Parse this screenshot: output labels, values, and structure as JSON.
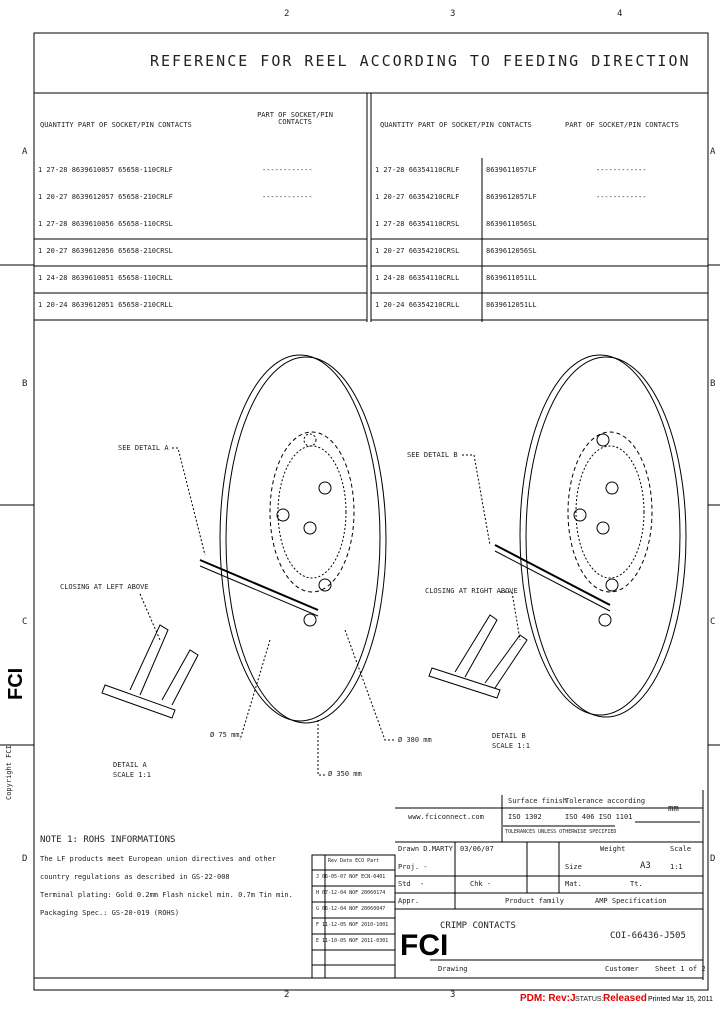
{
  "zones": {
    "cols": [
      "2",
      "3",
      "4"
    ],
    "rows": [
      "A",
      "B",
      "C",
      "D"
    ]
  },
  "title": "REFERENCE FOR REEL ACCORDING TO FEEDING DIRECTION",
  "left_table": {
    "headers": [
      "QUANTITY  PART OF SOCKET/PIN CONTACTS",
      "PART OF SOCKET/PIN CONTACTS"
    ],
    "rows": [
      {
        "text": "1 27-28 8639610057 65658-110CRLF",
        "dash": "------------"
      },
      {
        "text": "1 20-27 8639612057 65658-210CRLF",
        "dash": "------------"
      },
      {
        "text": "1 27-28 8639610056 65658-110CRSL",
        "dash": ""
      },
      {
        "text": "1 20-27 8639612056 65658-210CRSL",
        "dash": ""
      },
      {
        "text": "1 24-28 8639610051 65658-110CRLL",
        "dash": ""
      },
      {
        "text": "1 20-24 8639612051 65658-210CRLL",
        "dash": ""
      }
    ]
  },
  "right_table": {
    "headers": [
      "QUANTITY  PART OF SOCKET/PIN CONTACTS",
      "PART OF SOCKET/PIN CONTACTS"
    ],
    "rows": [
      {
        "a": "1 27-28 66354110CRLF",
        "b": "8639611057LF",
        "dash": "------------"
      },
      {
        "a": "1 20-27 66354210CRLF",
        "b": "8639612057LF",
        "dash": "------------"
      },
      {
        "a": "1 27-28 66354110CRSL",
        "b": "8639611056SL",
        "dash": ""
      },
      {
        "a": "1 20-27 66354210CRSL",
        "b": "8639612056SL",
        "dash": ""
      },
      {
        "a": "1 24-28 66354110CRLL",
        "b": "8639611051LL",
        "dash": ""
      },
      {
        "a": "1 20-24 66354210CRLL",
        "b": "8639612051LL",
        "dash": ""
      }
    ]
  },
  "drawing": {
    "see_detail_a": "SEE DETAIL A",
    "see_detail_b": "SEE DETAIL B",
    "closing_left": "CLOSING AT LEFT ABOVE",
    "closing_right": "CLOSING AT RIGHT ABOVE",
    "dia_hub": "Ø 75 mm",
    "dia_reel": "Ø 380 mm",
    "dia_inner": "Ø 350 mm",
    "detail_a": [
      "DETAIL A",
      "SCALE 1:1"
    ],
    "detail_b": [
      "DETAIL B",
      "SCALE 1:1"
    ],
    "copyright": "Copyright FCI"
  },
  "notes": {
    "title": "NOTE 1: ROHS INFORMATIONS",
    "lines": [
      "The LF products meet European union directives and other",
      "country regulations as described in GS-22-008",
      "Terminal plating: Gold 0.2mm Flash nickel min. 0.7m Tin min.",
      "Packaging Spec.: GS-20-019 (ROHS)"
    ]
  },
  "revisions": {
    "header": "Rev  Date  ECO  Part",
    "rows": [
      "J 06-05-07 NOF ECN-0401",
      "H 07-12-04 NOF 20060174",
      "G 06-12-04 NOF 20060047",
      "F 11-12-05 NOF 2010-1001",
      "E 11-10-05 NOF 2011-0301",
      ""
    ]
  },
  "title_block": {
    "website": "www.fciconnect.com",
    "surface": "Surface finish",
    "surface_val": "ISO 1302",
    "tolerance": "Tolerance according",
    "tolerance_val": "ISO 406  ISO 1101",
    "tol_note": "TOLERANCES UNLESS OTHERWISE SPECIFIED",
    "unit": "mm",
    "drawn": "Drawn D.MARTY",
    "drawn_date": "03/06/07",
    "proj": "Proj. -",
    "checked": "Chk -",
    "size_label": "Size",
    "size": "A3",
    "weight_label": "Weight",
    "scale_label": "Scale",
    "scale": "1:1",
    "std": "Std",
    "std_val": "-",
    "appr": "Appr.",
    "product_family": "Product family",
    "specification": "AMP Specification",
    "material": "Mat.",
    "treatment": "Tt.",
    "fixing": "-",
    "title": "CRIMP CONTACTS",
    "doc_no": "COI-66436-J505",
    "customer_label": "Customer",
    "sheet": "Sheet 1 of 2",
    "category": "Drawing"
  },
  "status_bar": {
    "pdm": "PDM: Rev:J",
    "status_label": "STATUS:",
    "status": "Released",
    "printed": "Printed Mar 15, 2011"
  },
  "colors": {
    "line": "#000000",
    "status": "#e00000"
  }
}
